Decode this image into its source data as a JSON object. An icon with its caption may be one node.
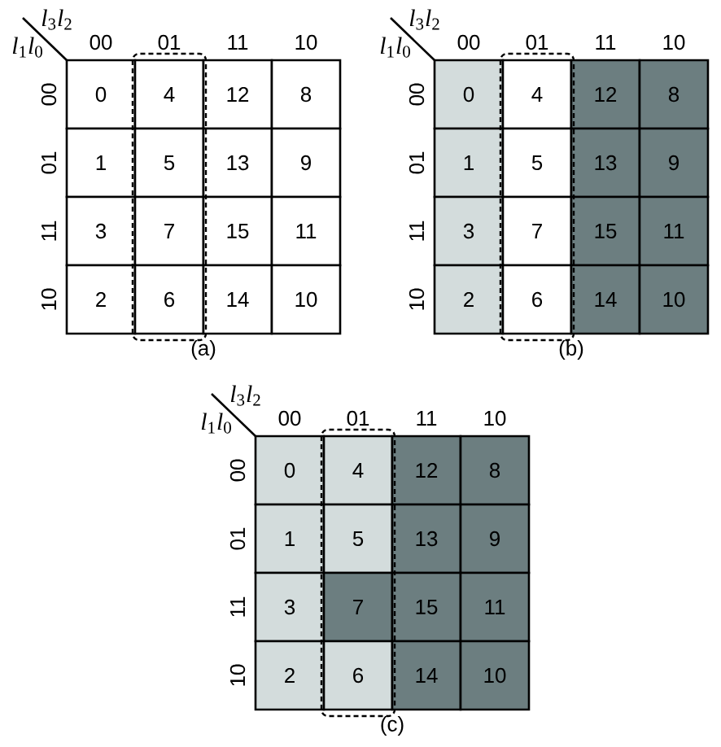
{
  "diagram": {
    "labels": [
      "*l*$_{3}$*l*$_{2}$",
      "*l*$_{1}$*l*$_{0}$",
      "00",
      "01",
      "11",
      "10",
      "00",
      "0",
      "4",
      "12",
      "8",
      "01",
      "1",
      "5",
      "13",
      "9",
      "11",
      "3",
      "7",
      "15",
      "11",
      "10",
      "2",
      "6",
      "14",
      "10",
      "(a)",
      "*l*$_{3}$*l*$_{2}$",
      "*l*$_{1}$*l*$_{0}$",
      "00",
      "01",
      "11",
      "10",
      "00",
      "0",
      "4",
      "12",
      "8",
      "01",
      "1",
      "5",
      "13",
      "9",
      "11",
      "3",
      "7",
      "15",
      "11",
      "10",
      "2",
      "6",
      "14",
      "10",
      "(b)",
      "*l*$_{3}$*l*$_{2}$",
      "*l*$_{1}$*l*$_{0}$",
      "00",
      "01",
      "11",
      "10",
      "00",
      "0",
      "4",
      "12",
      "8",
      "01",
      "1",
      "5",
      "13",
      "9",
      "11",
      "3",
      "7",
      "15",
      "11",
      "10",
      "2",
      "6",
      "14",
      "10",
      "(c)"
    ]
  }
}
